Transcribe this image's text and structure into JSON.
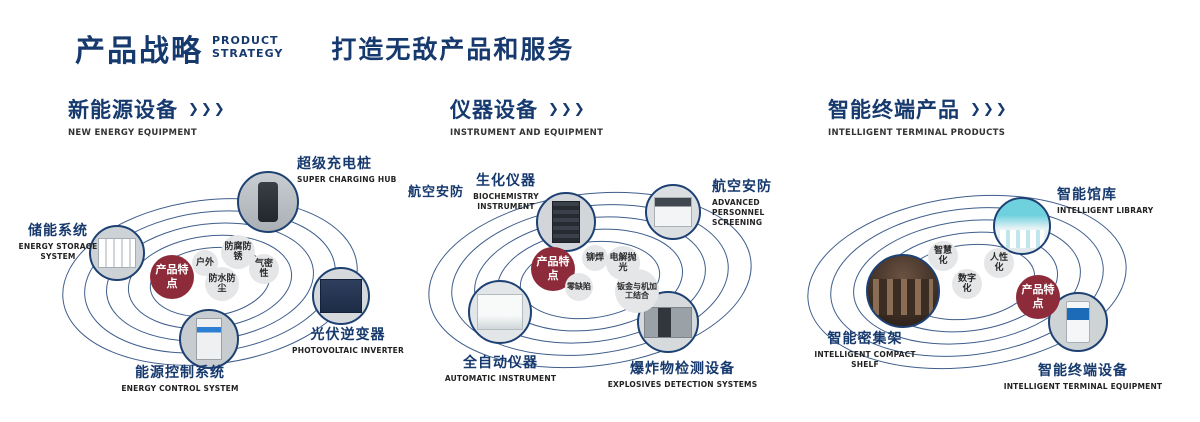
{
  "header": {
    "title_cn": "产品战略",
    "title_en": [
      "PRODUCT",
      "STRATEGY"
    ],
    "slogan": "打造无敌产品和服务",
    "chevrons": "❯❯❯"
  },
  "colors": {
    "navy": "#16396e",
    "badge_red": "#8d2b3a",
    "ring_stroke": "#2a4c80",
    "bubble_bg": "#e5e6e8"
  },
  "sections": [
    {
      "title_cn": "新能源设备",
      "title_en": "NEW ENERGY EQUIPMENT",
      "badge_label": "产品特点",
      "features": [
        "户外",
        "防腐防锈",
        "气密性",
        "防水防尘"
      ],
      "nodes": [
        {
          "cn": "储能系统",
          "en": "ENERGY STORAGE SYSTEM"
        },
        {
          "cn": "超级充电桩",
          "en": "SUPER CHARGING HUB"
        },
        {
          "cn": "光伏逆变器",
          "en": "PHOTOVOLTAIC INVERTER"
        },
        {
          "cn": "能源控制系统",
          "en": "ENERGY CONTROL SYSTEM"
        }
      ]
    },
    {
      "title_cn": "仪器设备",
      "title_en": "INSTRUMENT AND EQUIPMENT",
      "badge_label": "产品特点",
      "aux_label": "航空安防",
      "features": [
        "铆焊",
        "电解抛光",
        "零缺陷",
        "钣金与机加工结合"
      ],
      "nodes": [
        {
          "cn": "生化仪器",
          "en": "BIOCHEMISTRY INSTRUMENT"
        },
        {
          "cn": "航空安防",
          "en": "ADVANCED PERSONNEL SCREENING"
        },
        {
          "cn": "全自动仪器",
          "en": "AUTOMATIC INSTRUMENT"
        },
        {
          "cn": "爆炸物检测设备",
          "en": "EXPLOSIVES DETECTION SYSTEMS"
        }
      ]
    },
    {
      "title_cn": "智能终端产品",
      "title_en": "INTELLIGENT TERMINAL PRODUCTS",
      "badge_label": "产品特点",
      "features": [
        "智慧化",
        "人性化",
        "数字化"
      ],
      "nodes": [
        {
          "cn": "智能馆库",
          "en": "INTELLIGENT LIBRARY"
        },
        {
          "cn": "智能密集架",
          "en": "INTELLIGENT COMPACT SHELF"
        },
        {
          "cn": "智能终端设备",
          "en": "INTELLIGENT TERMINAL EQUIPMENT"
        }
      ]
    }
  ]
}
